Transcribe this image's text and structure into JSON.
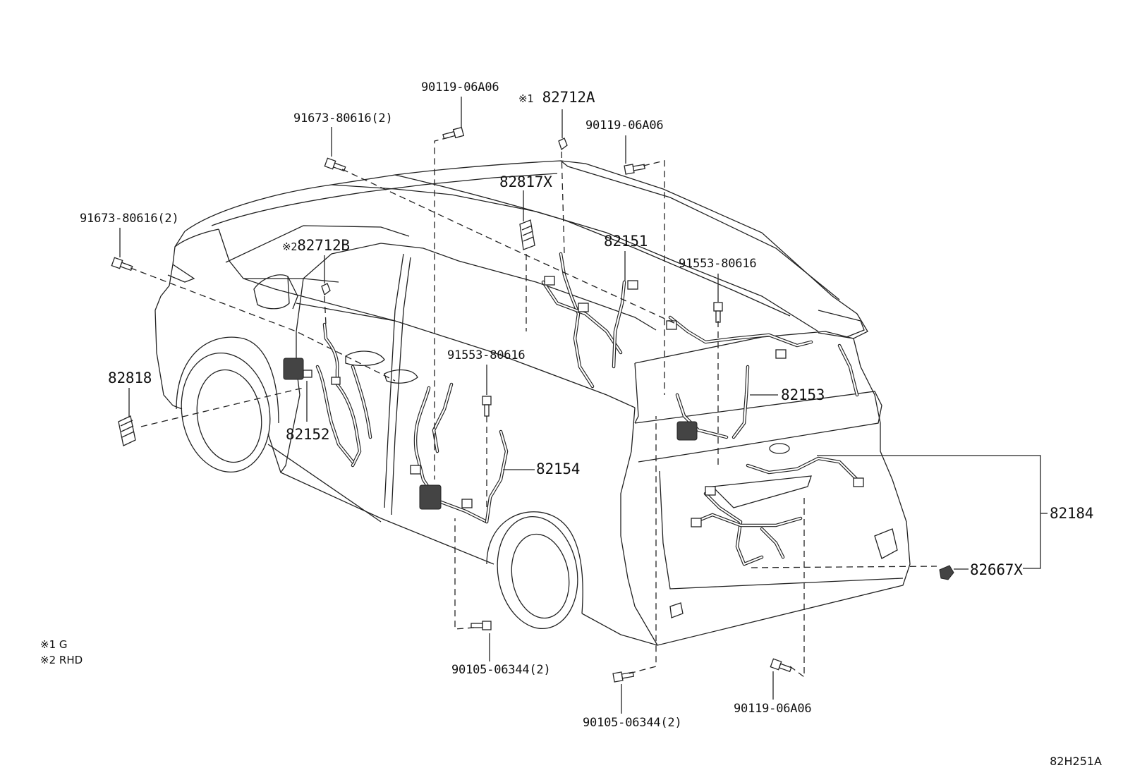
{
  "diagram": {
    "part_labels": [
      {
        "id": "p1",
        "mark": "",
        "text": "90119-06A06"
      },
      {
        "id": "p2",
        "mark": "※1",
        "text": "82712A"
      },
      {
        "id": "p3",
        "mark": "",
        "text": "91673-80616(2)"
      },
      {
        "id": "p4",
        "mark": "",
        "text": "90119-06A06"
      },
      {
        "id": "p5",
        "mark": "",
        "text": "82817X"
      },
      {
        "id": "p6",
        "mark": "",
        "text": "91673-80616(2)"
      },
      {
        "id": "p7",
        "mark": "※2",
        "text": "82712B"
      },
      {
        "id": "p8",
        "mark": "",
        "text": "82151"
      },
      {
        "id": "p9",
        "mark": "",
        "text": "91553-80616"
      },
      {
        "id": "p10",
        "mark": "",
        "text": "82818"
      },
      {
        "id": "p11",
        "mark": "",
        "text": "91553-80616"
      },
      {
        "id": "p12",
        "mark": "",
        "text": "82153"
      },
      {
        "id": "p13",
        "mark": "",
        "text": "82152"
      },
      {
        "id": "p14",
        "mark": "",
        "text": "82154"
      },
      {
        "id": "p15",
        "mark": "",
        "text": "82184"
      },
      {
        "id": "p16",
        "mark": "",
        "text": "82667X"
      },
      {
        "id": "p17",
        "mark": "",
        "text": "90105-06344(2)"
      },
      {
        "id": "p18",
        "mark": "",
        "text": "90105-06344(2)"
      },
      {
        "id": "p19",
        "mark": "",
        "text": "90119-06A06"
      }
    ],
    "notes": [
      {
        "mark": "※1",
        "text": "G"
      },
      {
        "mark": "※2",
        "text": "RHD"
      }
    ],
    "illustration_code": "82H251A"
  }
}
